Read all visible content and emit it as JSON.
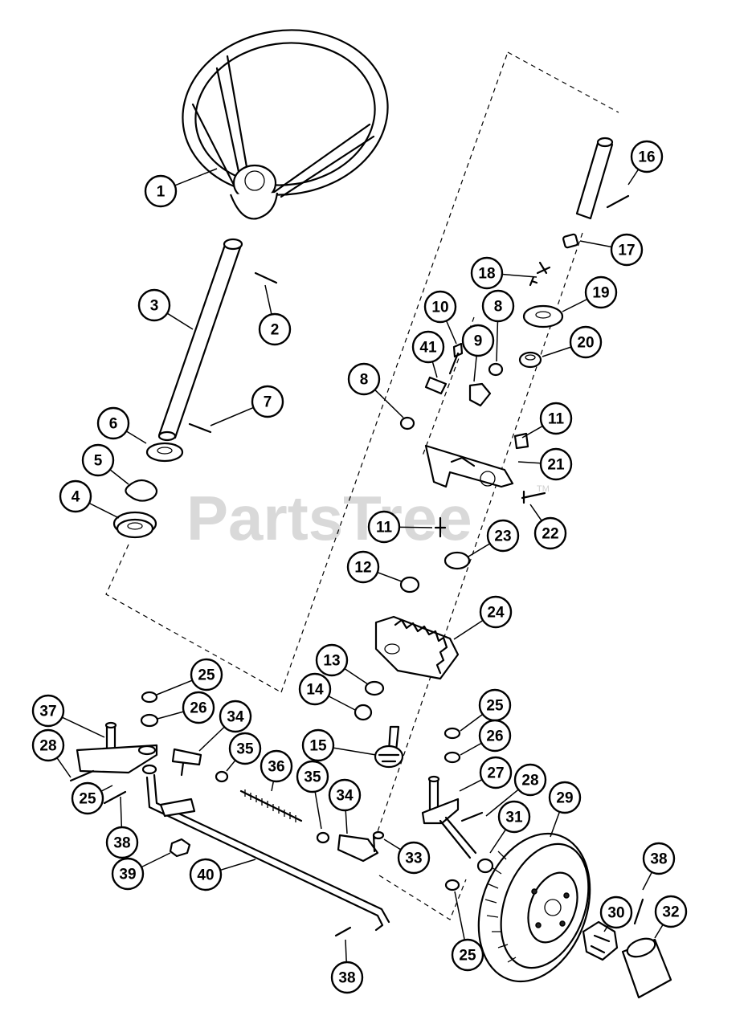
{
  "watermark": {
    "text": "PartsTree",
    "tm": "TM"
  },
  "callouts": {
    "c1": "1",
    "c2": "2",
    "c3": "3",
    "c4": "4",
    "c5": "5",
    "c6": "6",
    "c7": "7",
    "c8a": "8",
    "c8b": "8",
    "c9": "9",
    "c10": "10",
    "c11a": "11",
    "c11b": "11",
    "c12": "12",
    "c13": "13",
    "c14": "14",
    "c15": "15",
    "c16": "16",
    "c17": "17",
    "c18": "18",
    "c19": "19",
    "c20": "20",
    "c21": "21",
    "c22": "22",
    "c23": "23",
    "c24": "24",
    "c25a": "25",
    "c25b": "25",
    "c25c": "25",
    "c25d": "25",
    "c26a": "26",
    "c26b": "26",
    "c27": "27",
    "c28a": "28",
    "c28b": "28",
    "c29": "29",
    "c30": "30",
    "c31": "31",
    "c32": "32",
    "c33": "33",
    "c34a": "34",
    "c34b": "34",
    "c35a": "35",
    "c35b": "35",
    "c36": "36",
    "c37": "37",
    "c38a": "38",
    "c38b": "38",
    "c38c": "38",
    "c39": "39",
    "c40": "40",
    "c41": "41"
  }
}
